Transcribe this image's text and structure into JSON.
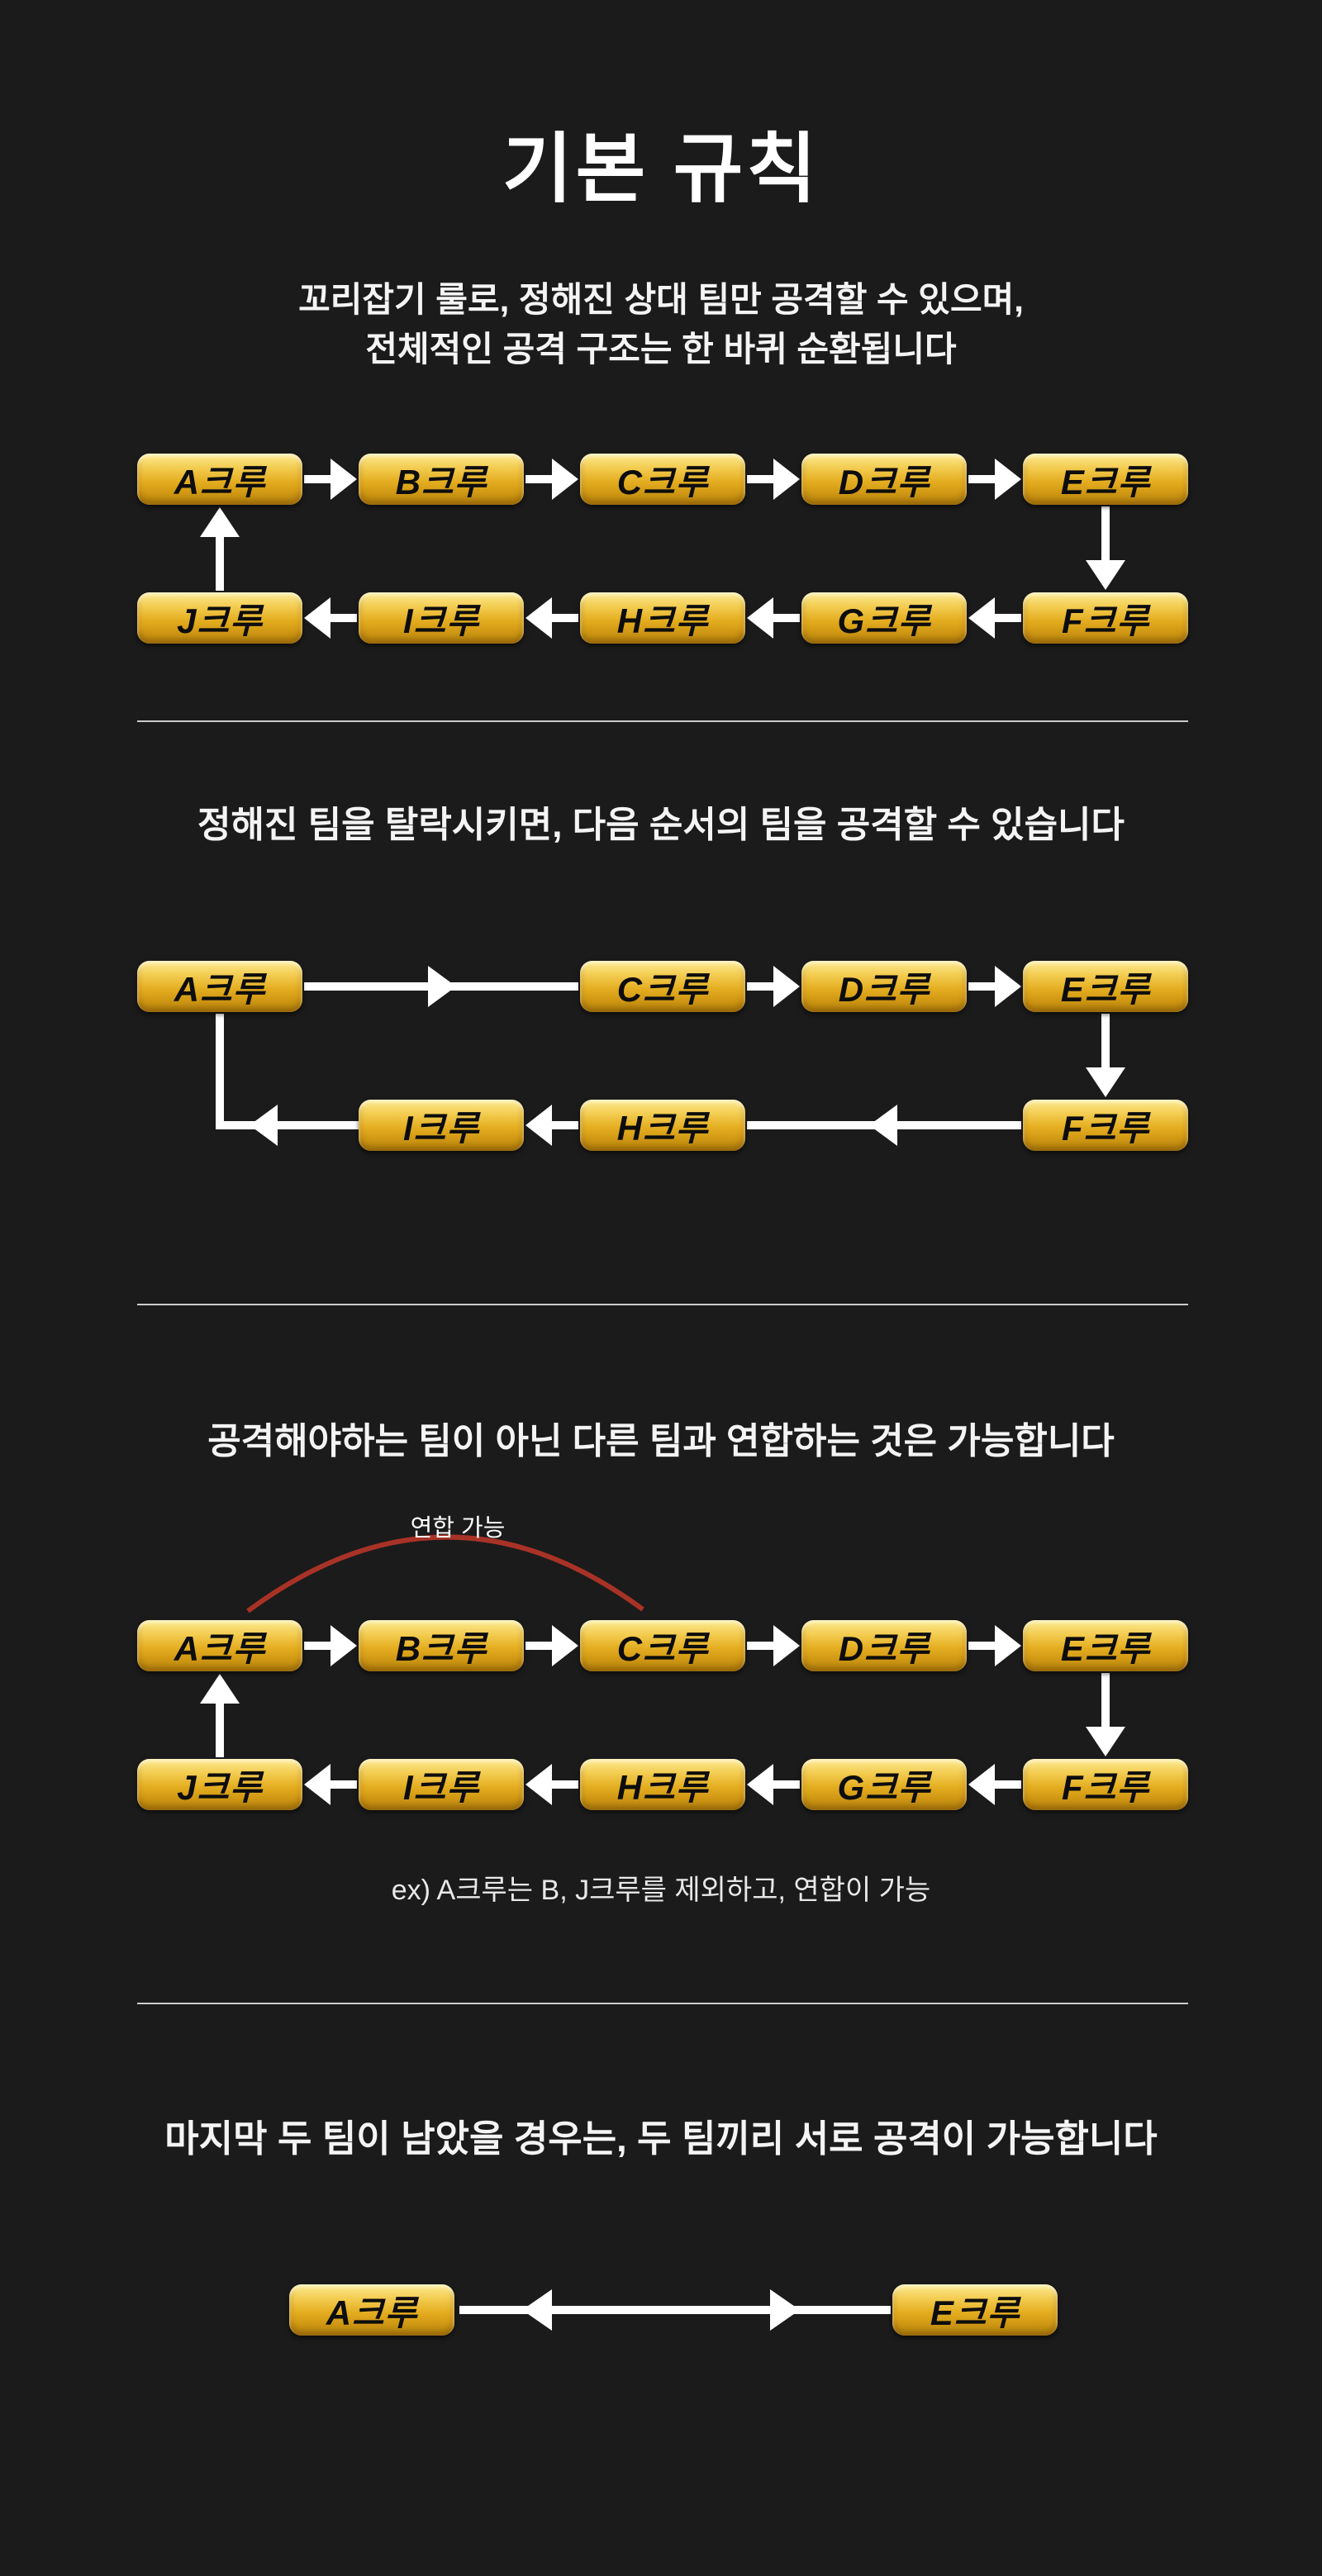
{
  "page": {
    "title": "기본 규칙",
    "background_color": "#1b1b1b"
  },
  "colors": {
    "badge_gold": "#e4ad20",
    "arrow_white": "#ffffff",
    "alliance_arc_red": "#a93226",
    "divider_gray": "#cccccc",
    "text_white": "#ffffff"
  },
  "section1": {
    "description_lines": [
      "꼬리잡기 룰로, 정해진 상대 팀만 공격할 수 있으며,",
      "전체적인 공격 구조는 한 바퀴 순환됩니다"
    ],
    "top_row": [
      "A크루",
      "B크루",
      "C크루",
      "D크루",
      "E크루"
    ],
    "bottom_row": [
      "J크루",
      "I크루",
      "H크루",
      "G크루",
      "F크루"
    ]
  },
  "section2": {
    "description": "정해진 팀을 탈락시키면, 다음 순서의 팀을 공격할 수 있습니다",
    "top_row": [
      "A크루",
      "C크루",
      "D크루",
      "E크루"
    ],
    "bottom_row": [
      "I크루",
      "H크루",
      "F크루"
    ]
  },
  "section3": {
    "description": "공격해야하는 팀이 아닌 다른 팀과 연합하는 것은 가능합니다",
    "alliance_label": "연합 가능",
    "top_row": [
      "A크루",
      "B크루",
      "C크루",
      "D크루",
      "E크루"
    ],
    "bottom_row": [
      "J크루",
      "I크루",
      "H크루",
      "G크루",
      "F크루"
    ],
    "example": "ex) A크루는 B, J크루를 제외하고, 연합이 가능"
  },
  "section4": {
    "description": "마지막 두 팀이 남았을 경우는, 두 팀끼리 서로 공격이 가능합니다",
    "badges": [
      "A크루",
      "E크루"
    ]
  }
}
